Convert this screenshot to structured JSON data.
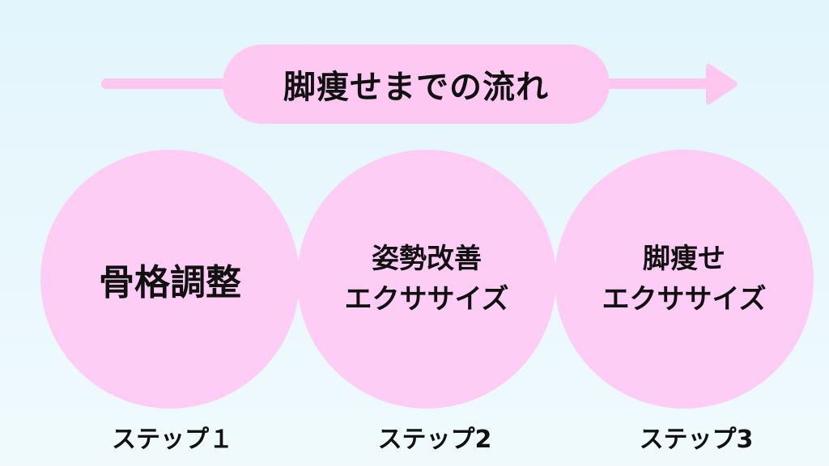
{
  "title": "脚痩せまでの流れ",
  "colors": {
    "pink": "#fdc9f3",
    "arrow": "#ffc6f0"
  },
  "steps": [
    {
      "lines": [
        "骨格調整"
      ],
      "label": "ステップ１"
    },
    {
      "lines": [
        "姿勢改善",
        "エクササイズ"
      ],
      "label": "ステップ2"
    },
    {
      "lines": [
        "脚痩せ",
        "エクササイズ"
      ],
      "label": "ステップ3"
    }
  ]
}
